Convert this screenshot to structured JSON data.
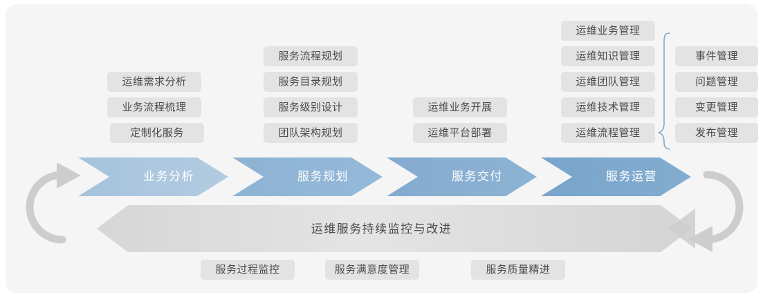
{
  "diagram": {
    "title_text_band": "运维服务持续监控与改进",
    "colors": {
      "card_bg": "#f5f5f6",
      "chip_bg": "#e3e3e3",
      "chip_text": "#4a4a4a",
      "brace": "#7fa8cd",
      "cycle_arrow": "#cdcdcd",
      "band_gray": "#dedede",
      "stage1": "#a8c4dd",
      "stage2": "#8fb4d4",
      "stage3": "#85accf",
      "stage4": "#7aa5cb"
    },
    "stages": [
      {
        "label": "业务分析",
        "color": "#a8c4dd"
      },
      {
        "label": "服务规划",
        "color": "#8fb4d4"
      },
      {
        "label": "服务交付",
        "color": "#85accf"
      },
      {
        "label": "服务运营",
        "color": "#7aa5cb"
      }
    ],
    "columns": [
      {
        "stage": "业务分析",
        "items": [
          "运维需求分析",
          "业务流程梳理",
          "定制化服务"
        ]
      },
      {
        "stage": "服务规划",
        "items": [
          "服务流程规划",
          "服务目录规划",
          "服务级别设计",
          "团队架构规划"
        ]
      },
      {
        "stage": "服务交付",
        "items": [
          "运维业务开展",
          "运维平台部署"
        ]
      },
      {
        "stage": "服务运营",
        "items": [
          "运维业务管理",
          "运维知识管理",
          "运维团队管理",
          "运维技术管理",
          "运维流程管理"
        ]
      }
    ],
    "brace_column": {
      "attached_to": "运维流程管理",
      "items": [
        "事件管理",
        "问题管理",
        "变更管理",
        "发布管理"
      ]
    },
    "bottom_items": [
      "服务过程监控",
      "服务满意度管理",
      "服务质量精进"
    ]
  }
}
